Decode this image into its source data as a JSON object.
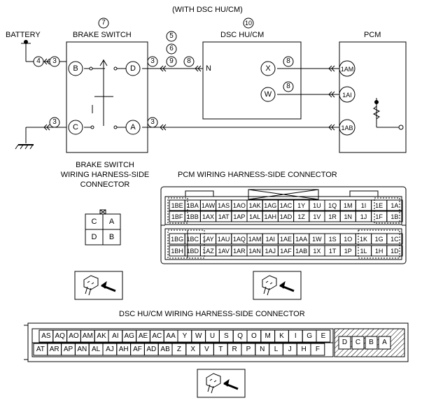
{
  "diagram": {
    "header_note": "(WITH DSC HU/CM)",
    "battery_label": "BATTERY",
    "components": {
      "brake_switch": {
        "label": "BRAKE SWITCH",
        "num": "7",
        "terminals": [
          "B",
          "D",
          "C",
          "A"
        ]
      },
      "dsc": {
        "label": "DSC HU/CM",
        "num": "10",
        "terminals": [
          "N",
          "X",
          "W"
        ]
      },
      "pcm": {
        "label": "PCM",
        "terminals": [
          "1AM",
          "1AI",
          "1AB"
        ]
      }
    },
    "callouts": {
      "c4": "4",
      "c3a": "3",
      "c3b": "3",
      "c3c": "3",
      "c3d": "3",
      "c8a": "8",
      "c8b": "8",
      "c8c": "8",
      "c9": "9",
      "stack": [
        "5",
        "6",
        "9"
      ]
    },
    "connectors": {
      "brake": {
        "title_lines": [
          "BRAKE SWITCH",
          "WIRING HARNESS-SIDE",
          "CONNECTOR"
        ],
        "pins": [
          "C",
          "A",
          "D",
          "B"
        ]
      },
      "pcm": {
        "title": "PCM WIRING HARNESS-SIDE CONNECTOR",
        "rows": [
          [
            "1BE",
            "1BA",
            "1AW",
            "1AS",
            "1AO",
            "1AK",
            "1AG",
            "1AC",
            "1Y",
            "1U",
            "1Q",
            "1M",
            "1I",
            "1E",
            "1A"
          ],
          [
            "1BF",
            "1BB",
            "1AX",
            "1AT",
            "1AP",
            "1AL",
            "1AH",
            "1AD",
            "1Z",
            "1V",
            "1R",
            "1N",
            "1J",
            "1F",
            "1B"
          ],
          [
            "1BG",
            "1BC",
            "1AY",
            "1AU",
            "1AQ",
            "1AM",
            "1AI",
            "1AE",
            "1AA",
            "1W",
            "1S",
            "1O",
            "1K",
            "1G",
            "1C"
          ],
          [
            "1BH",
            "1BD",
            "1AZ",
            "1AV",
            "1AR",
            "1AN",
            "1AJ",
            "1AF",
            "1AB",
            "1X",
            "1T",
            "1P",
            "1L",
            "1H",
            "1D"
          ]
        ]
      },
      "dsc": {
        "title": "DSC HU/CM WIRING HARNESS-SIDE CONNECTOR",
        "row_top": [
          "AS",
          "AQ",
          "AO",
          "AM",
          "AK",
          "AI",
          "AG",
          "AE",
          "AC",
          "AA",
          "Y",
          "W",
          "U",
          "S",
          "Q",
          "O",
          "M",
          "K",
          "I",
          "G",
          "E"
        ],
        "row_bottom": [
          "AT",
          "AR",
          "AP",
          "AN",
          "AL",
          "AJ",
          "AH",
          "AF",
          "AD",
          "AB",
          "Z",
          "X",
          "V",
          "T",
          "R",
          "P",
          "N",
          "L",
          "J",
          "H",
          "F"
        ],
        "side_pins": [
          "D",
          "C",
          "B",
          "A"
        ]
      }
    }
  }
}
